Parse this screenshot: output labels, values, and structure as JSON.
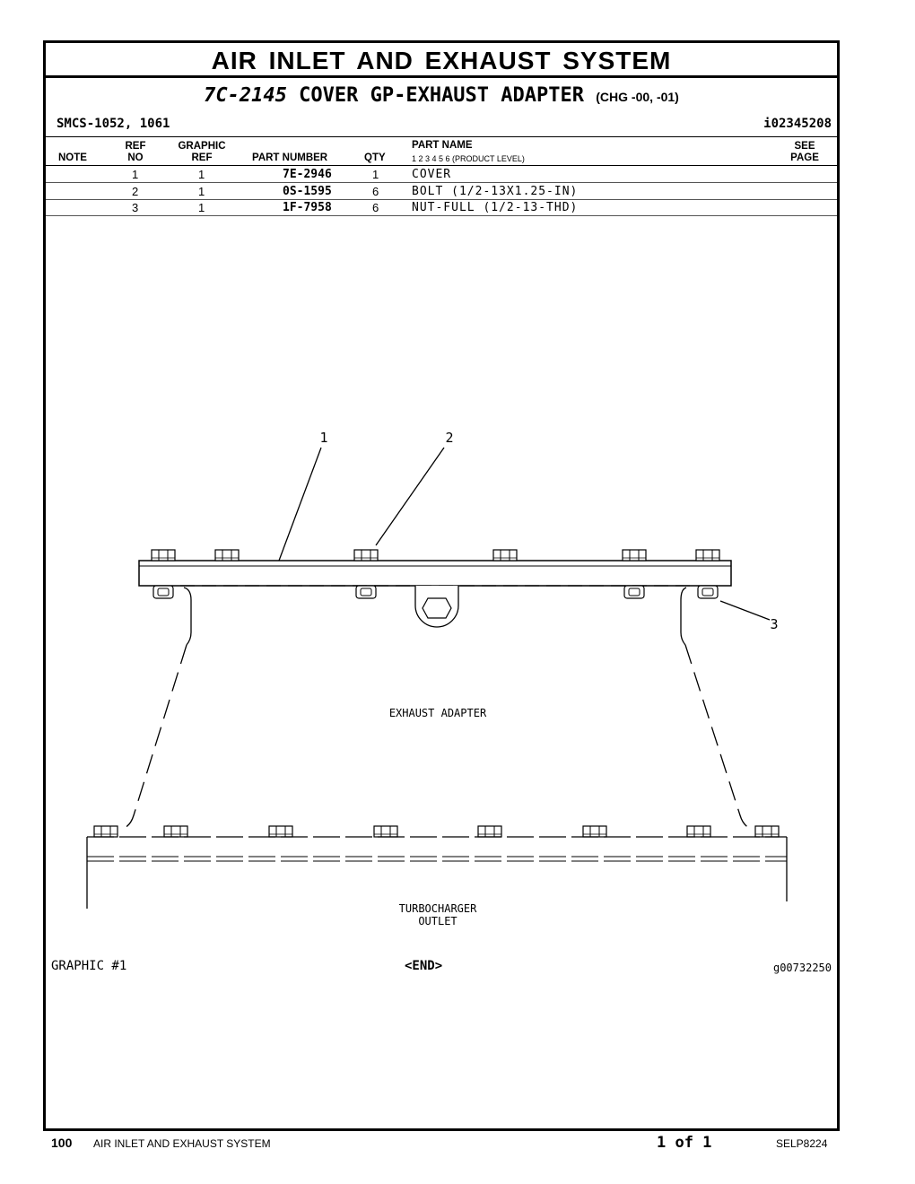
{
  "header": {
    "title": "AIR INLET AND EXHAUST SYSTEM",
    "part_group_number": "7C-2145",
    "part_group_name": "COVER GP-EXHAUST ADAPTER",
    "change_level": "(CHG -00, -01)",
    "smcs": "SMCS-1052, 1061",
    "identifier": "i02345208"
  },
  "table": {
    "columns": {
      "note": "NOTE",
      "ref_no_1": "REF",
      "ref_no_2": "NO",
      "graphic_ref_1": "GRAPHIC",
      "graphic_ref_2": "REF",
      "part_number": "PART NUMBER",
      "qty": "QTY",
      "part_name": "PART NAME",
      "product_level": "1  2  3  4  5  6  (PRODUCT LEVEL)",
      "see_page_1": "SEE",
      "see_page_2": "PAGE"
    },
    "rows": [
      {
        "ref_no": "1",
        "graphic_ref": "1",
        "part_number": "7E-2946",
        "qty": "1",
        "part_name": "COVER"
      },
      {
        "ref_no": "2",
        "graphic_ref": "1",
        "part_number": "0S-1595",
        "qty": "6",
        "part_name": "BOLT (1/2-13X1.25-IN)"
      },
      {
        "ref_no": "3",
        "graphic_ref": "1",
        "part_number": "1F-7958",
        "qty": "6",
        "part_name": "NUT-FULL (1/2-13-THD)"
      }
    ]
  },
  "graphic": {
    "callouts": [
      "1",
      "2",
      "3"
    ],
    "label_exhaust_adapter": "EXHAUST ADAPTER",
    "label_turbo_1": "TURBOCHARGER",
    "label_turbo_2": "OUTLET",
    "caption": "GRAPHIC #1",
    "end_marker": "<END>",
    "graphic_id": "g00732250"
  },
  "footer": {
    "page_number": "100",
    "section_title": "AIR INLET AND EXHAUST SYSTEM",
    "page_of": "1 of 1",
    "document_code": "SELP8224"
  }
}
